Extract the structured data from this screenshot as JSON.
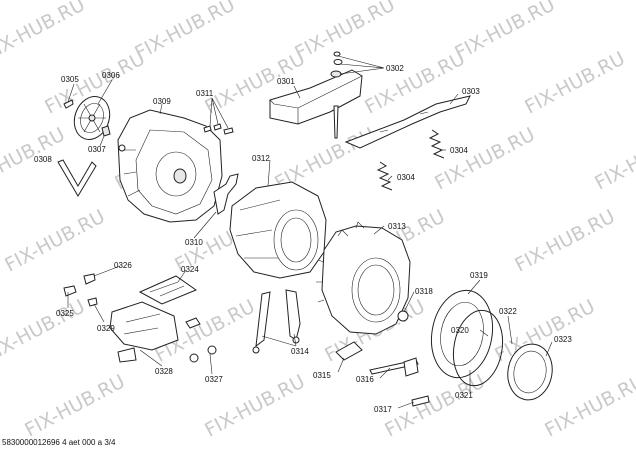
{
  "watermark": "FIX-HUB.RU",
  "footer": "5830000012696 4 aet 000 a 3/4",
  "labels": {
    "p0301": "0301",
    "p0302": "0302",
    "p0303": "0303",
    "p0304a": "0304",
    "p0304b": "0304",
    "p0305": "0305",
    "p0306": "0306",
    "p0307": "0307",
    "p0308": "0308",
    "p0309": "0309",
    "p0310": "0310",
    "p0311": "0311",
    "p0312": "0312",
    "p0313": "0313",
    "p0314": "0314",
    "p0315": "0315",
    "p0316": "0316",
    "p0317": "0317",
    "p0318": "0318",
    "p0319": "0319",
    "p0320": "0320",
    "p0321": "0321",
    "p0322": "0322",
    "p0323": "0323",
    "p0324": "0324",
    "p0325": "0325",
    "p0326": "0326",
    "p0327": "0327",
    "p0328": "0328",
    "p0329": "0329"
  }
}
